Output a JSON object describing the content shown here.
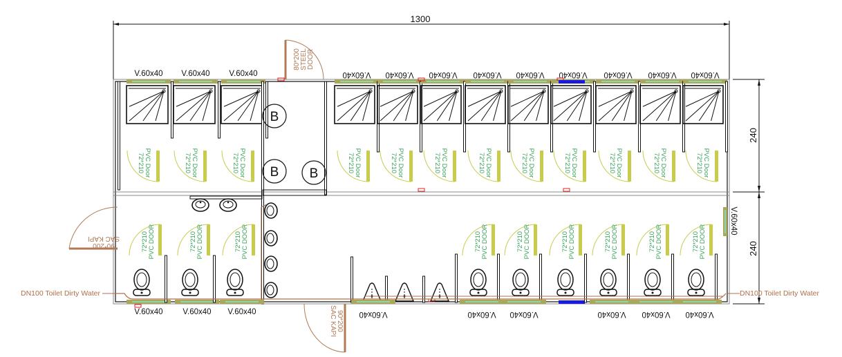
{
  "plan": {
    "overall_width_label": "1300",
    "height_upper_label": "240",
    "height_lower_label": "240",
    "window_label": "V.60x40",
    "steel_door": {
      "size": "80*200",
      "line2": "STEEL",
      "line3": "DOOR"
    },
    "sac_door_left": {
      "size": "90*200",
      "name": "SAC KAPI"
    },
    "sac_door_bottom": {
      "size": "90*200",
      "name": "SAC KAPI"
    },
    "pvc_door_upper": {
      "size": "72*210",
      "name": "PVC Door"
    },
    "pvc_door_lower": {
      "size": "72*210",
      "name": "PVC DOOR"
    },
    "pipe_label": "DN100 Toilet Dirty Water",
    "boiler_label": "B",
    "counts": {
      "upper_left_showers": 3,
      "upper_right_showers": 9,
      "lower_left_toilets": 3,
      "lower_right_toilets": 6,
      "urinals": 3,
      "sinks": 2,
      "wall_sinks": 4,
      "boilers": 3
    },
    "colors": {
      "wall": "#111111",
      "door_swing": "#c8cc4a",
      "door_text": "#3aa35a",
      "window_frame": "#a9a85a",
      "window_glass": "#8fd6b0",
      "pipe": "#b0704a",
      "steel_door": "#b07a55",
      "marker_red": "#e02020",
      "marker_blue": "#1a1adb"
    }
  }
}
